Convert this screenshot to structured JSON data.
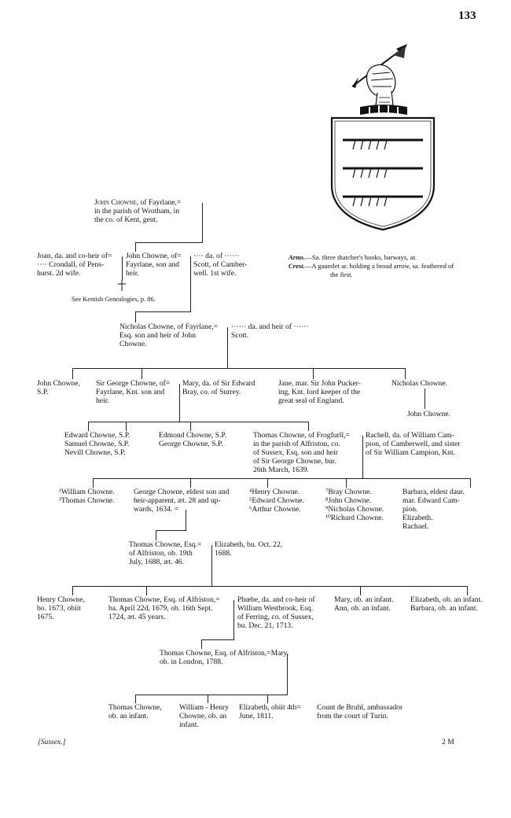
{
  "page_number": "133",
  "footer": {
    "left": "[Sussex.]",
    "right": "2 M"
  },
  "arms": {
    "arms_label": "Arms.",
    "arms_text": "—Sa. three thatcher's hooks, barways, ar.",
    "crest_label": "Crest.",
    "crest_text": "—A gauntlet ar. holding a broad arrow, sa. feathered of",
    "crest_text2": "the first."
  },
  "gen1": {
    "john_chowne_name": "John Chowne,",
    "john_chowne_rest": " of Fayrlane,=",
    "john_chowne_line2": "in the parish of Wrotham, in",
    "john_chowne_line3": "the co. of Kent, gent."
  },
  "gen2": {
    "joan": "Joan, da. and co-heir of=\n···· Crondall, of Pens-\nhurst. 2d wife.",
    "john2": "John Chowne, of=\nFayrlane, son and\nheir.",
    "wife1": "···· da. of ······\nScott, of Camber-\nwell. 1st wife.",
    "reference": "See Kentish Genealogies, p. 86."
  },
  "gen3": {
    "nicholas": "Nicholas Chowne, of Fayrlane,=\nEsq. son and heir of John\nChowne.",
    "wife": "······ da. and heir of ······\nScott."
  },
  "gen4": {
    "john": "John Chowne,\nS.P.",
    "george": "Sir George Chowne, of=\nFayrlane, Knt. son and\nheir.",
    "mary": "Mary, da. of Sir Edward\nBray, co. of Surrey.",
    "jane": "Jane, mar. Sir John Pucker-\ning, Knt. lord keeper of the\ngreat seal of England.",
    "nicholas": "Nicholas Chowne.",
    "nicholas_son": "John Chowne."
  },
  "gen5": {
    "edward": "Edward Chowne, S.P.\nSamuel Chowne, S.P.\nNevill Chowne, S.P.",
    "edmond": "Edmond Chowne, S.P.\nGeorge Chowne, S.P.",
    "thomas": "Thomas Chowne, of Frogfurll,=\nin the parish of Alfriston, co.\nof Sussex, Esq. son and heir\nof Sir George Chowne, bur.\n26th March, 1639.",
    "rachell": "Rachell, da. of William Cam-\npion, of Camberwell, and sister\nof Sir William Campion, Knt."
  },
  "gen6": {
    "william_thomas": "¹William Chowne.\n³Thomas Chowne.",
    "george": "George Chowne, eldest son and\nheir-apparent, æt. 28 and up-\nwards, 1634. =",
    "henry_group": "⁴Henry Chowne.\n⁵Edward Chowne.\n⁶Arthur Chowne.",
    "bray_group": "⁷Bray Chowne.\n⁸John Chowne.\n⁹Nicholas Chowne.\n¹⁰Richard Chowne.",
    "barbara_group": "Barbara, eldest daur.\nmar. Edward Cam-\npion.\nElizabeth.\nRachael."
  },
  "gen7": {
    "thomas": "Thomas Chowne, Esq.=\nof Alfriston, ob. 19th\nJuly, 1688, æt. 46.",
    "elizabeth": "Elizabeth, bu. Oct. 22,\n1688."
  },
  "gen8": {
    "henry": "Henry Chowne,\nbo. 1673, obiit\n1675.",
    "thomas": "Thomas Chowne, Esq. of Alfriston,=\nba. April 22d, 1679, ob. 16th Sept.\n1724, æt. 45 years.",
    "phoebe": "Phœbe, da. and co-heir of\nWilliam Westbrook, Esq.\nof Ferring, co. of Sussex,\nbu. Dec. 21, 1713.",
    "mary_ann": "Mary, ob. an infant.\nAnn, ob. an infant.",
    "elizabeth_barbara": "Elizabeth, ob. an infant.\nBarbara, ob. an infant."
  },
  "gen9": {
    "thomas": "Thomas Chowne, Esq. of Alfriston,=Mary.\nob. in London, 1788."
  },
  "gen10": {
    "thomas": "Thomas Chowne,\nob. an infant.",
    "william_henry": "William - Henry\nChowne, ob. an\ninfant.",
    "elizabeth": "Elizabeth, obiit 4th=\nJune, 1811.",
    "count": "Count de Bruhl, ambassador\nfrom the court of Turin."
  }
}
